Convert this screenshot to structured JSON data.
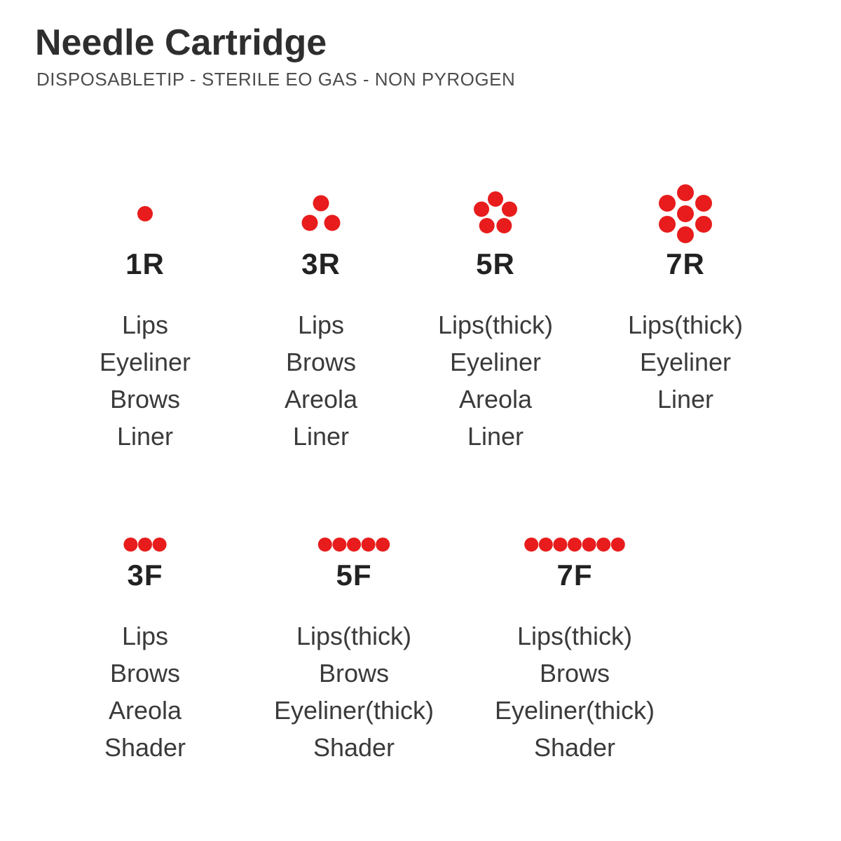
{
  "header": {
    "title": "Needle Cartridge",
    "subtitle": "DISPOSABLETIP - STERILE EO GAS - NON PYROGEN"
  },
  "colors": {
    "dot_red": "#e81c1c",
    "title_text": "#2e2e2e",
    "subtitle_text": "#4d4d4d",
    "body_text": "#3a3a3a"
  },
  "rows": [
    {
      "name": "round-needles",
      "items": [
        {
          "code": "1R",
          "needle_count": 1,
          "arrangement": "round",
          "uses": [
            "Lips",
            "Eyeliner",
            "Brows",
            "Liner"
          ]
        },
        {
          "code": "3R",
          "needle_count": 3,
          "arrangement": "round",
          "uses": [
            "Lips",
            "Brows",
            "Areola",
            "Liner"
          ]
        },
        {
          "code": "5R",
          "needle_count": 5,
          "arrangement": "round",
          "uses": [
            "Lips(thick)",
            "Eyeliner",
            "Areola",
            "Liner"
          ]
        },
        {
          "code": "7R",
          "needle_count": 7,
          "arrangement": "round",
          "uses": [
            "Lips(thick)",
            "Eyeliner",
            "Liner"
          ]
        }
      ]
    },
    {
      "name": "flat-needles",
      "items": [
        {
          "code": "3F",
          "needle_count": 3,
          "arrangement": "flat",
          "uses": [
            "Lips",
            "Brows",
            "Areola",
            "Shader"
          ]
        },
        {
          "code": "5F",
          "needle_count": 5,
          "arrangement": "flat",
          "uses": [
            "Lips(thick)",
            "Brows",
            "Eyeliner(thick)",
            "Shader"
          ]
        },
        {
          "code": "7F",
          "needle_count": 7,
          "arrangement": "flat",
          "uses": [
            "Lips(thick)",
            "Brows",
            "Eyeliner(thick)",
            "Shader"
          ]
        }
      ]
    }
  ]
}
